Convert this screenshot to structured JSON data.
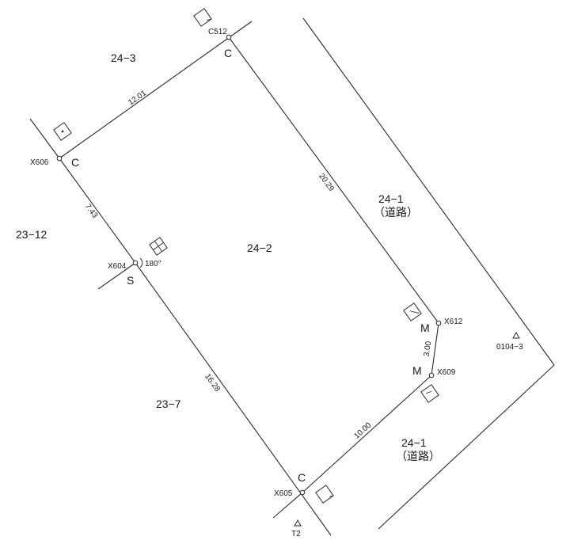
{
  "parcels": {
    "p24_3": "24−3",
    "p23_12": "23−12",
    "p24_2": "24−2",
    "p23_7": "23−7",
    "p24_1_top": "24−1",
    "road_top": "（道路）",
    "p24_1_bottom": "24−1",
    "road_bottom": "（道路）"
  },
  "points": {
    "c512": "C512",
    "x606": "X606",
    "x604": "X604",
    "x612": "X612",
    "x609": "X609",
    "x605": "X605",
    "bm_0104": "0104−3",
    "bm_t2": "T2"
  },
  "markers": {
    "c_top": "C",
    "c_left": "C",
    "s_left": "S",
    "m_upper": "M",
    "m_lower": "M",
    "c_bottom": "C",
    "angle": "180°"
  },
  "dimensions": {
    "top_edge": "12.01",
    "left_upper": "7.43",
    "right_edge": "20.29",
    "left_lower": "16.28",
    "short_right": "3.00",
    "bottom_edge": "10.00"
  }
}
